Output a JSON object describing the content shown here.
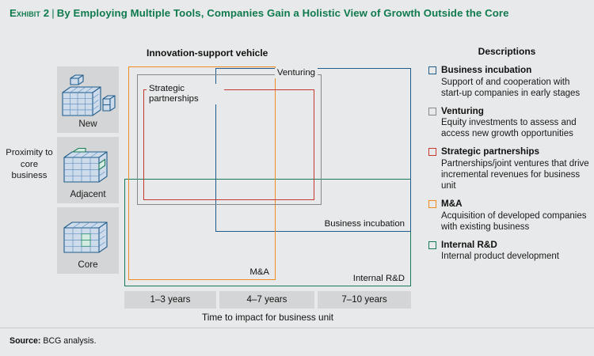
{
  "exhibit": {
    "number": "Exhibit 2",
    "separator": "|",
    "title": "By Employing Multiple Tools, Companies Gain a Holistic View of Growth Outside the Core"
  },
  "proximity": {
    "axis_label": "Proximity to core business",
    "tiers": [
      {
        "label": "New",
        "icon": "cube-detached-icon"
      },
      {
        "label": "Adjacent",
        "icon": "cube-adjacent-icon"
      },
      {
        "label": "Core",
        "icon": "cube-core-icon"
      }
    ]
  },
  "diagram": {
    "heading": "Innovation-support vehicle",
    "boxes": [
      {
        "key": "mna",
        "label": "M&A",
        "color": "#ef8b22"
      },
      {
        "key": "bi",
        "label": "Business incubation",
        "color": "#1f5c8b"
      },
      {
        "key": "vent",
        "label": "Venturing",
        "color": "#84888c"
      },
      {
        "key": "strat",
        "label": "Strategic partnerships",
        "color": "#c8372d"
      },
      {
        "key": "rnd",
        "label": "Internal R&D",
        "color": "#14795e"
      }
    ]
  },
  "time_axis": {
    "label": "Time to impact for business unit",
    "bands": [
      "1–3 years",
      "4–7 years",
      "7–10 years"
    ]
  },
  "descriptions": {
    "title": "Descriptions",
    "items": [
      {
        "name": "Business incubation",
        "color": "#1f5c8b",
        "text": "Support of and cooperation with start-up companies in early stages"
      },
      {
        "name": "Venturing",
        "color": "#84888c",
        "text": "Equity investments to assess and access new growth opportunities"
      },
      {
        "name": "Strategic partnerships",
        "color": "#c8372d",
        "text": "Partnerships/joint ventures that drive incremental revenues for business unit"
      },
      {
        "name": "M&A",
        "color": "#ef8b22",
        "text": "Acquisition of developed companies with existing business"
      },
      {
        "name": "Internal R&D",
        "color": "#14795e",
        "text": "Internal product development"
      }
    ]
  },
  "footer": {
    "source_label": "Source:",
    "source_text": "BCG analysis."
  },
  "colors": {
    "background": "#e8e9ea",
    "tile": "#d4d5d6",
    "title_green": "#0e7a4e",
    "cube_line": "#1f5c8b",
    "cube_fill": "#cddbeb",
    "cube_highlight": "#d5ece2"
  }
}
